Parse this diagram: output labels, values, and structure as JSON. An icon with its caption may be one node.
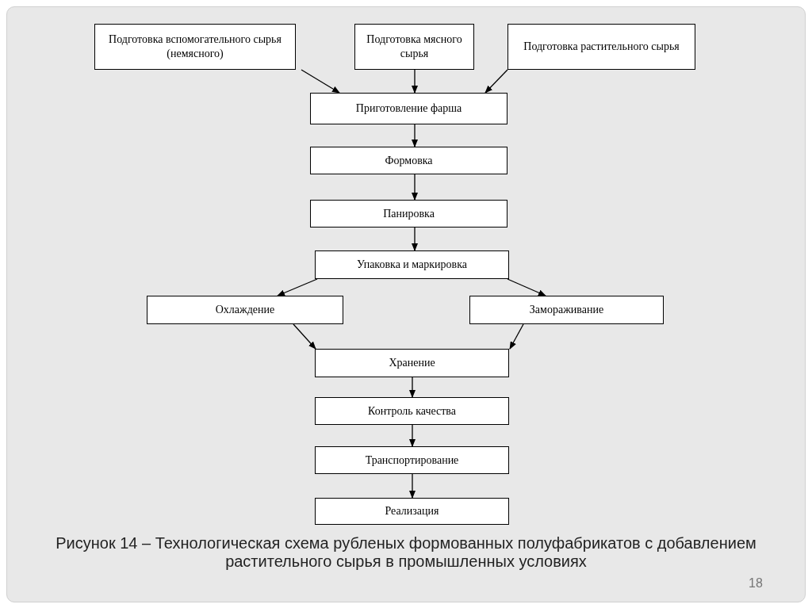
{
  "diagram": {
    "caption": "Рисунок 14 – Технологическая схема рубленых формованных полуфабрикатов с добавлением растительного сырья в промышленных условиях",
    "nodes": [
      {
        "text": [
          "Подготовка вспомогательного сырья (немясного)"
        ]
      },
      {
        "text": [
          "Подготовка мясного сырья"
        ]
      },
      {
        "text": [
          "Подготовка растительного сырья"
        ]
      },
      {
        "text": [
          "Приготовление фарша"
        ]
      },
      {
        "text": [
          "Формовка"
        ]
      },
      {
        "text": [
          "Панировка"
        ]
      },
      {
        "text": [
          "Упаковка и маркировка"
        ]
      },
      {
        "text": [
          "Охлаждение"
        ]
      },
      {
        "text": [
          "Замораживание"
        ]
      },
      {
        "text": [
          "Хранение"
        ]
      },
      {
        "text": [
          "Контроль качества"
        ]
      },
      {
        "text": [
          "Транспортирование"
        ]
      },
      {
        "text": [
          "Реализация"
        ]
      }
    ],
    "edges": [
      {
        "from": 0,
        "to": 3,
        "arrow": "to"
      },
      {
        "from": 1,
        "to": 3,
        "arrow": "to"
      },
      {
        "from": 2,
        "to": 3,
        "arrow": "to"
      },
      {
        "from": 3,
        "to": 4,
        "arrow": "to"
      },
      {
        "from": 4,
        "to": 5,
        "arrow": "to"
      },
      {
        "from": 5,
        "to": 6,
        "arrow": "to"
      },
      {
        "from": 6,
        "to": 7,
        "arrow": "to"
      },
      {
        "from": 6,
        "to": 8,
        "arrow": "to"
      },
      {
        "from": 7,
        "to": 9,
        "arrow": "to"
      },
      {
        "from": 8,
        "to": 9,
        "arrow": "to"
      },
      {
        "from": 9,
        "to": 10,
        "arrow": "to"
      },
      {
        "from": 10,
        "to": 11,
        "arrow": "to"
      },
      {
        "from": 11,
        "to": 12,
        "arrow": "to"
      }
    ],
    "labels": [
      "18"
    ]
  }
}
